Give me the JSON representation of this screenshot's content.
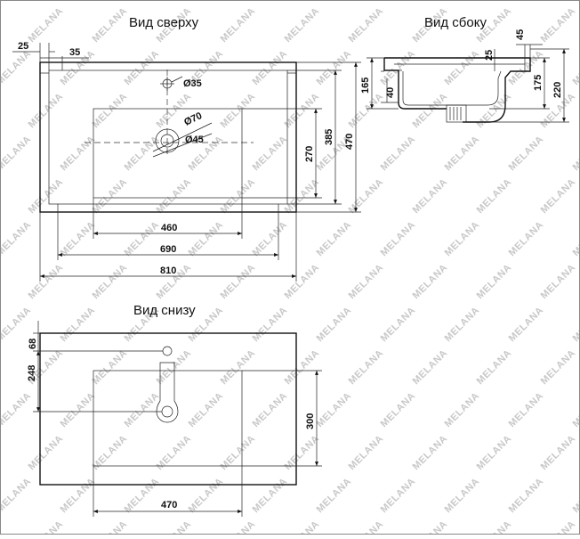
{
  "views": {
    "top": {
      "title": "Вид сверху",
      "dims": {
        "d25": "25",
        "d35": "35",
        "hole_tap": "Ø35",
        "d70": "Ø70",
        "d45": "Ø45",
        "d460": "460",
        "d690": "690",
        "d810": "810",
        "d270": "270",
        "d385": "385",
        "d470": "470"
      }
    },
    "side": {
      "title": "Вид сбоку",
      "dims": {
        "d45": "45",
        "d25": "25",
        "d165": "165",
        "d40": "40",
        "d175": "175",
        "d220": "220"
      }
    },
    "bottom": {
      "title": "Вид снизу",
      "dims": {
        "d68": "68",
        "d248": "248",
        "d300": "300",
        "d470": "470"
      }
    }
  },
  "watermark": "MELANA",
  "colors": {
    "line": "#111111",
    "watermark": "#c8c8c8",
    "background": "#ffffff"
  }
}
